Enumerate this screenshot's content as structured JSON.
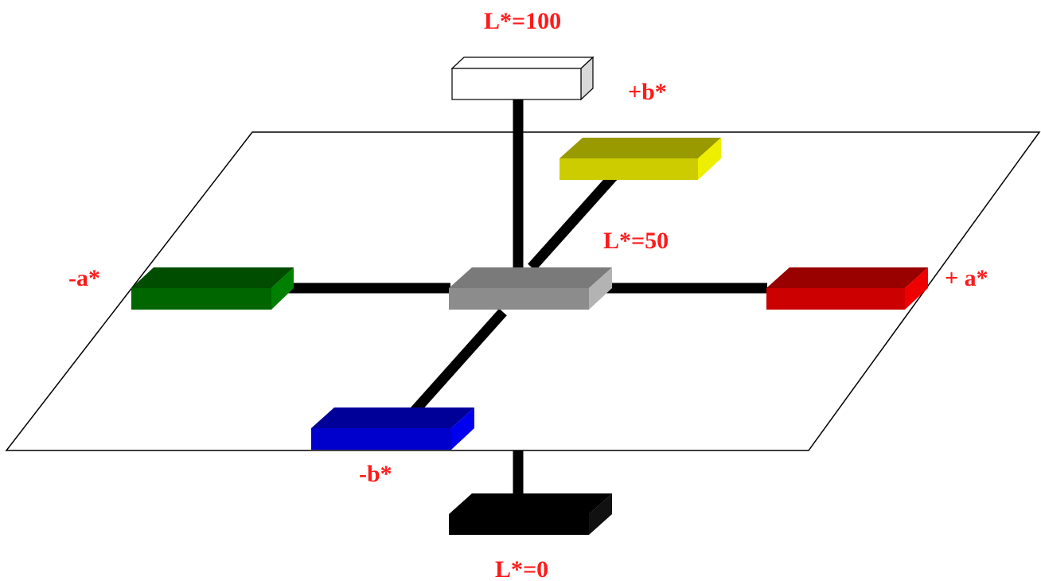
{
  "labels": {
    "l_top": "L*=100",
    "l_mid": "L*=50",
    "l_bottom": "L*=0",
    "plus_b": "+b*",
    "minus_b": "-b*",
    "plus_a": "+ a*",
    "minus_a": "-a*"
  },
  "colors": {
    "label_text": "#ff1a1a",
    "white_block": "#ffffff",
    "gray_block": "#8c8c8c",
    "black_block": "#000000",
    "green_block": "#006600",
    "red_block": "#cc0000",
    "yellow_block": "#cccc00",
    "blue_block": "#0000cc",
    "connector": "#000000",
    "plane_outline": "#000000"
  }
}
